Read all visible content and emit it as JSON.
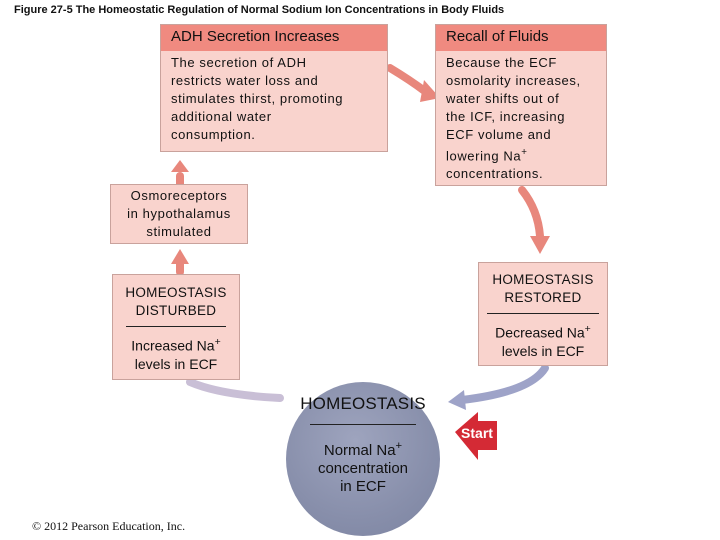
{
  "figure_title": "Figure 27-5 The Homeostatic Regulation of Normal Sodium Ion Concentrations in Body Fluids",
  "adh_box": {
    "title": "ADH Secretion Increases",
    "lines": [
      "The secretion of ADH",
      "restricts water loss and",
      "stimulates thirst, promoting",
      "additional water",
      "consumption."
    ]
  },
  "recall_box": {
    "title": "Recall of Fluids",
    "lines": [
      "Because the ECF",
      "osmolarity increases,",
      "water shifts out of",
      "the ICF, increasing",
      "ECF volume and",
      "lowering Na",
      "concentrations."
    ]
  },
  "osmo_box": {
    "lines": [
      "Osmoreceptors",
      "in hypothalamus",
      "stimulated"
    ]
  },
  "disturbed_box": {
    "title_lines": [
      "HOMEOSTASIS",
      "DISTURBED"
    ],
    "sub_lines": [
      "Increased Na",
      "levels in ECF"
    ]
  },
  "restored_box": {
    "title_lines": [
      "HOMEOSTASIS",
      "RESTORED"
    ],
    "sub_lines": [
      "Decreased Na",
      "levels in ECF"
    ]
  },
  "center": {
    "title": "HOMEOSTASIS",
    "sub_lines": [
      "Normal Na",
      "concentration",
      "in ECF"
    ]
  },
  "plus_sign": "+",
  "start_label": "Start",
  "copyright": "© 2012 Pearson Education, Inc.",
  "colors": {
    "box_fill": "#f9d3cd",
    "box_header": "#f08a80",
    "arrow_salmon": "#e8877c",
    "arrow_purple": "#9ea3c8",
    "circle": "#888fab",
    "start_arrow": "#d42a35"
  }
}
